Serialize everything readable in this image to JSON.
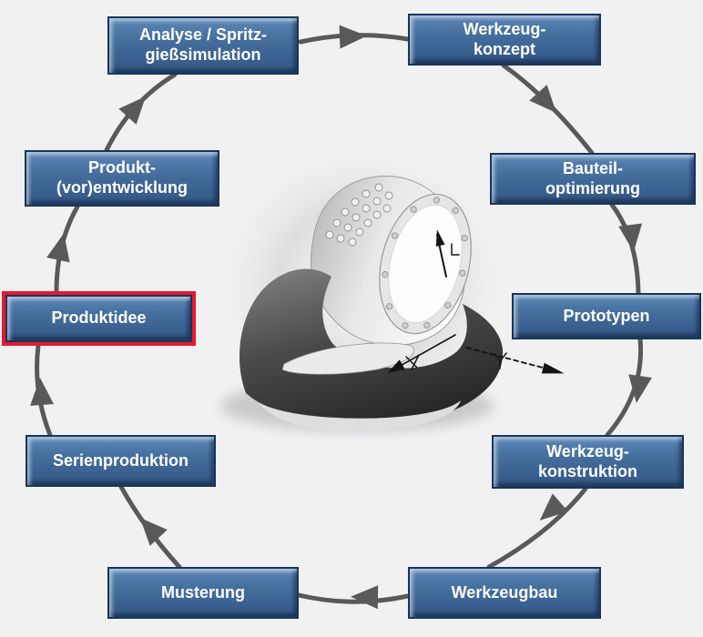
{
  "diagram": {
    "title_hint": "injection-molding-product-development-cycle",
    "flow_direction": "clockwise",
    "start_node": "Produktidee",
    "nodes": [
      {
        "id": "produktidee",
        "label": "Produktidee",
        "highlighted": true
      },
      {
        "id": "produkt_vorentwicklung",
        "label": "Produkt-\n(vor)entwicklung",
        "highlighted": false
      },
      {
        "id": "analyse_simulation",
        "label": "Analyse / Spritz-\ngießsimulation",
        "highlighted": false
      },
      {
        "id": "werkzeugkonzept",
        "label": "Werkzeug-\nkonzept",
        "highlighted": false
      },
      {
        "id": "bauteiloptimierung",
        "label": "Bauteil-\noptimierung",
        "highlighted": false
      },
      {
        "id": "prototypen",
        "label": "Prototypen",
        "highlighted": false
      },
      {
        "id": "werkzeugkonstruktion",
        "label": "Werkzeug-\nkonstruktion",
        "highlighted": false
      },
      {
        "id": "werkzeugbau",
        "label": "Werkzeugbau",
        "highlighted": false
      },
      {
        "id": "musterung",
        "label": "Musterung",
        "highlighted": false
      },
      {
        "id": "serienproduktion",
        "label": "Serienproduktion",
        "highlighted": false
      }
    ],
    "center_illustration": "molded-part-3d-cad-render"
  },
  "colors": {
    "page_background": "#f1f1f2",
    "box_fill_top": "#5e88b8",
    "box_fill_bottom": "#345880",
    "box_border": "#16365c",
    "box_text": "#ffffff",
    "highlight_border": "#e8182c",
    "cycle_arrow": "#595959",
    "annotation_arrow": "#141414"
  }
}
